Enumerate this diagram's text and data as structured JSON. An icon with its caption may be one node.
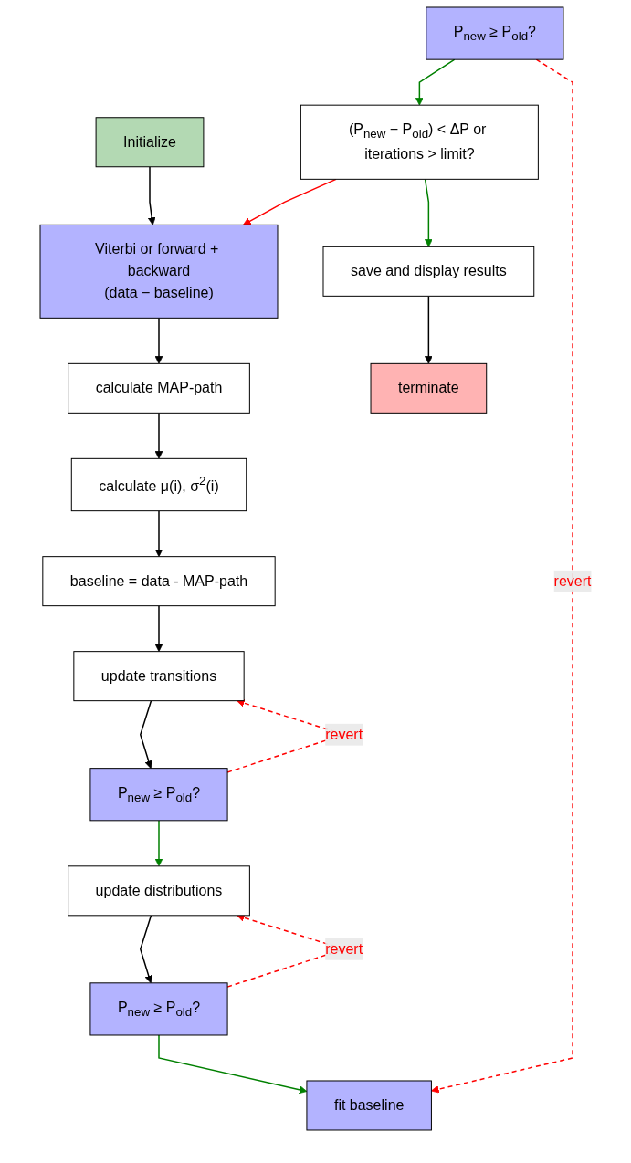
{
  "diagram": {
    "nodes": [
      {
        "text": [
          "Initialize"
        ]
      },
      {
        "text": [
          "Viterbi or forward + backward",
          "(data − baseline)"
        ]
      },
      {
        "text": [
          "calculate MAP-path"
        ]
      },
      {
        "text": [
          "calculate μ(i), σ$^{2}$(i)"
        ]
      },
      {
        "text": [
          "baseline = data - MAP-path"
        ]
      },
      {
        "text": [
          "update transitions"
        ]
      },
      {
        "text": [
          "P$_{new}$ ≥ P$_{old}$?"
        ]
      },
      {
        "text": [
          "update distributions"
        ]
      },
      {
        "text": [
          "P$_{new}$ ≥ P$_{old}$?"
        ]
      },
      {
        "text": [
          "fit baseline"
        ]
      },
      {
        "text": [
          "P$_{new}$ ≥ P$_{old}$?"
        ]
      },
      {
        "text": [
          "(P$_{new}$ − P$_{old}$) < ΔP or iterations > limit?"
        ]
      },
      {
        "text": [
          "save and display results"
        ]
      },
      {
        "text": [
          "terminate"
        ]
      }
    ],
    "edges": [
      {
        "from": 0,
        "to": 1,
        "arrow": "to"
      },
      {
        "from": 1,
        "to": 2,
        "arrow": "to"
      },
      {
        "from": 2,
        "to": 3,
        "arrow": "to"
      },
      {
        "from": 3,
        "to": 4,
        "arrow": "to"
      },
      {
        "from": 4,
        "to": 5,
        "arrow": "to"
      },
      {
        "from": 5,
        "to": 6,
        "arrow": "to"
      },
      {
        "from": 6,
        "to": 5,
        "arrow": "to",
        "label": "revert",
        "style": "dashed",
        "color": "#ff0000"
      },
      {
        "from": 6,
        "to": 7,
        "arrow": "to",
        "color": "#008000"
      },
      {
        "from": 7,
        "to": 8,
        "arrow": "to"
      },
      {
        "from": 8,
        "to": 7,
        "arrow": "to",
        "label": "revert",
        "style": "dashed",
        "color": "#ff0000"
      },
      {
        "from": 8,
        "to": 9,
        "arrow": "to",
        "color": "#008000"
      },
      {
        "from": 10,
        "to": 9,
        "arrow": "to",
        "label": "revert",
        "style": "dashed",
        "color": "#ff0000"
      },
      {
        "from": 10,
        "to": 11,
        "arrow": "to",
        "color": "#008000"
      },
      {
        "from": 11,
        "to": 1,
        "arrow": "to",
        "color": "#ff0000"
      },
      {
        "from": 11,
        "to": 12,
        "arrow": "to",
        "color": "#008000"
      },
      {
        "from": 12,
        "to": 13,
        "arrow": "to"
      }
    ]
  }
}
